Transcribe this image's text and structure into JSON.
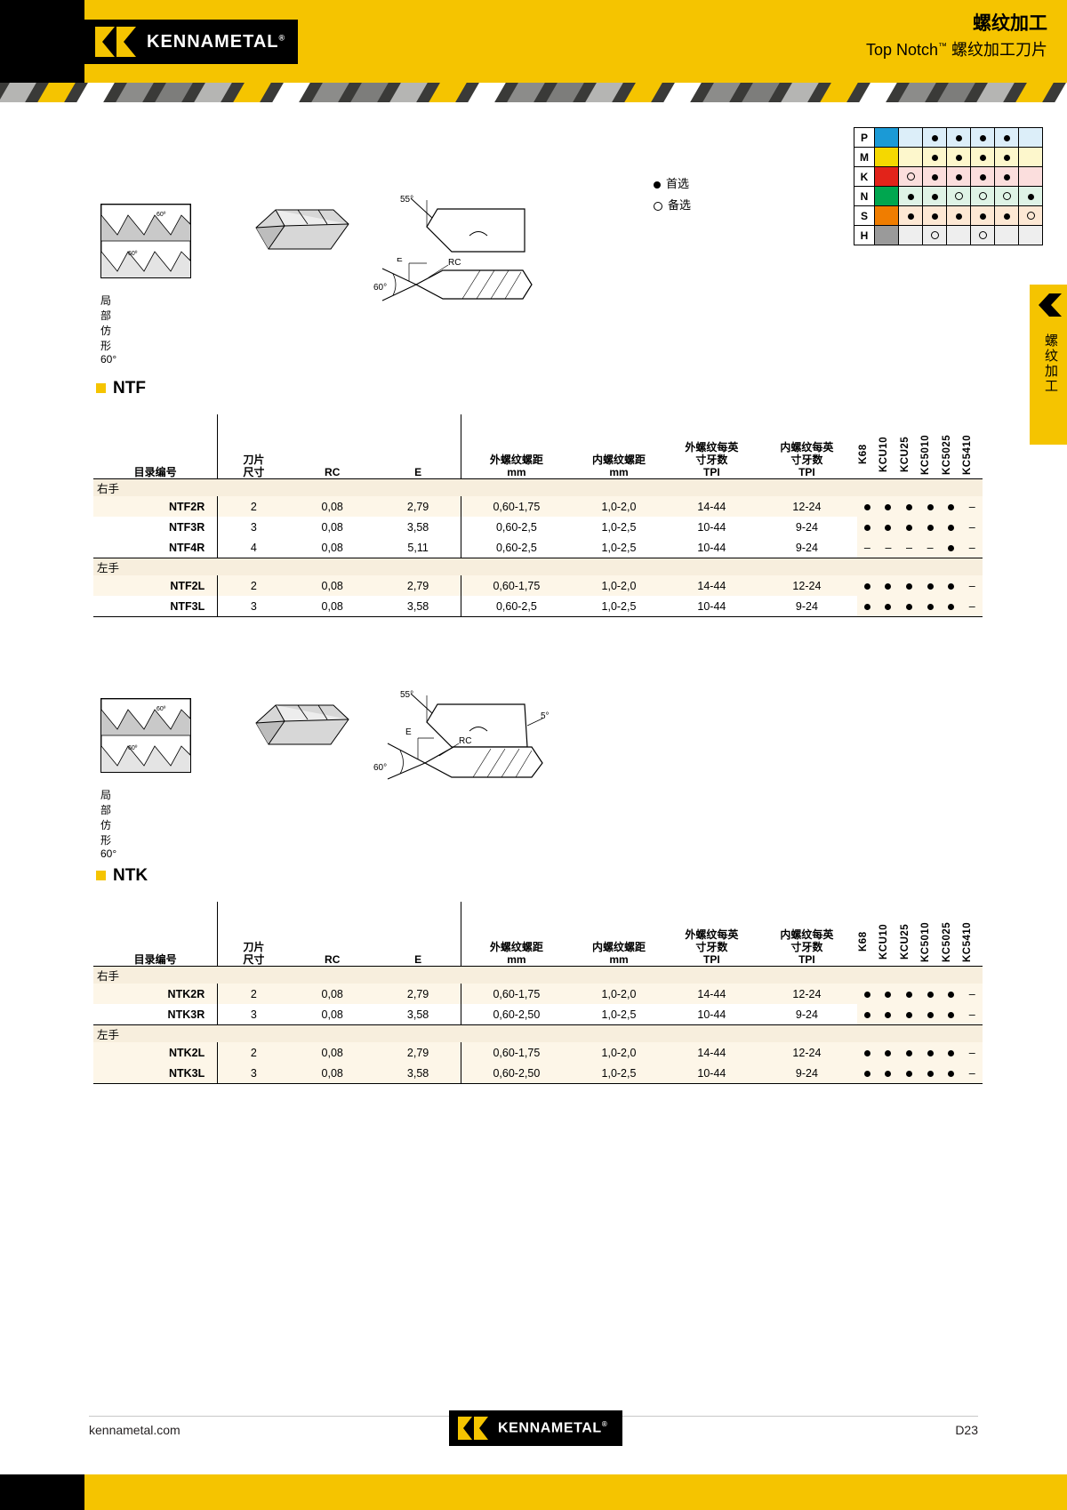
{
  "header": {
    "brand": "KENNAMETAL",
    "brand_reg": "®",
    "title_line1": "螺纹加工",
    "title_line2_pre": "Top Notch",
    "title_line2_sup": "™",
    "title_line2_post": " 螺纹加工刀片"
  },
  "side_tab": {
    "label": "螺纹加工"
  },
  "material_table": {
    "rows": [
      {
        "code": "P",
        "color": "#1b9ad6",
        "cells": [
          "",
          "dot",
          "dot",
          "dot",
          "dot",
          ""
        ]
      },
      {
        "code": "M",
        "color": "#f5d800",
        "cells": [
          "",
          "dot",
          "dot",
          "dot",
          "dot",
          ""
        ]
      },
      {
        "code": "K",
        "color": "#e2231a",
        "cells": [
          "open",
          "dot",
          "dot",
          "dot",
          "dot",
          ""
        ]
      },
      {
        "code": "N",
        "color": "#00a64f",
        "cells": [
          "dot",
          "dot",
          "open",
          "open",
          "open",
          "dot"
        ]
      },
      {
        "code": "S",
        "color": "#f07d00",
        "cells": [
          "dot",
          "dot",
          "dot",
          "dot",
          "dot",
          "open"
        ]
      },
      {
        "code": "H",
        "color": "#9a9a9a",
        "cells": [
          "",
          "open",
          "",
          "open",
          "",
          ""
        ]
      }
    ],
    "tint_row_colors": [
      "#dceef9",
      "#fdf7cc",
      "#fbdedd",
      "#dff3e6",
      "#fde8d4",
      "#eeeeee"
    ]
  },
  "legend": {
    "preferred_symbol": "●",
    "preferred": "首选",
    "alternate_symbol": "○",
    "alternate": "备选"
  },
  "figures": [
    {
      "profile_caption": "局部仿形 60°",
      "angle_top": "60°",
      "angle_bottom": "60°",
      "lead_angle": "55°",
      "nose_angle": "60°",
      "label_E": "E",
      "label_RC": "RC",
      "clearance": ""
    },
    {
      "profile_caption": "局部仿形 60°",
      "angle_top": "60°",
      "angle_bottom": "60°",
      "lead_angle": "55°",
      "nose_angle": "60°",
      "label_E": "E",
      "label_RC": "RC",
      "clearance": "5°"
    }
  ],
  "sections": [
    {
      "title": "NTF",
      "table": {
        "columns": [
          {
            "l1": "",
            "l2": "",
            "l3": "目录编号"
          },
          {
            "l1": "刀片",
            "l2": "尺寸",
            "l3": ""
          },
          {
            "l1": "",
            "l2": "",
            "l3": "RC"
          },
          {
            "l1": "",
            "l2": "",
            "l3": "E"
          },
          {
            "l1": "外螺纹螺距",
            "l2": "mm",
            "l3": ""
          },
          {
            "l1": "内螺纹螺距",
            "l2": "mm",
            "l3": ""
          },
          {
            "l1": "外螺纹每英",
            "l2": "寸牙数",
            "l3": "TPI"
          },
          {
            "l1": "内螺纹每英",
            "l2": "寸牙数",
            "l3": "TPI"
          }
        ],
        "grades": [
          "K68",
          "KCU10",
          "KCU25",
          "KC5010",
          "KC5025",
          "KC5410"
        ],
        "groups": [
          {
            "label": "右手",
            "rows": [
              {
                "cells": [
                  "NTF2R",
                  "2",
                  "0,08",
                  "2,79",
                  "0,60-1,75",
                  "1,0-2,0",
                  "14-44",
                  "12-24"
                ],
                "grades": [
                  "dot",
                  "dot",
                  "dot",
                  "dot",
                  "dot",
                  "dash"
                ],
                "alt": true
              },
              {
                "cells": [
                  "NTF3R",
                  "3",
                  "0,08",
                  "3,58",
                  "0,60-2,5",
                  "1,0-2,5",
                  "10-44",
                  "9-24"
                ],
                "grades": [
                  "dot",
                  "dot",
                  "dot",
                  "dot",
                  "dot",
                  "dash"
                ],
                "alt": false
              },
              {
                "cells": [
                  "NTF4R",
                  "4",
                  "0,08",
                  "5,11",
                  "0,60-2,5",
                  "1,0-2,5",
                  "10-44",
                  "9-24"
                ],
                "grades": [
                  "dash",
                  "dash",
                  "dash",
                  "dash",
                  "dot",
                  "dash"
                ],
                "alt": false
              }
            ]
          },
          {
            "label": "左手",
            "rows": [
              {
                "cells": [
                  "NTF2L",
                  "2",
                  "0,08",
                  "2,79",
                  "0,60-1,75",
                  "1,0-2,0",
                  "14-44",
                  "12-24"
                ],
                "grades": [
                  "dot",
                  "dot",
                  "dot",
                  "dot",
                  "dot",
                  "dash"
                ],
                "alt": true
              },
              {
                "cells": [
                  "NTF3L",
                  "3",
                  "0,08",
                  "3,58",
                  "0,60-2,5",
                  "1,0-2,5",
                  "10-44",
                  "9-24"
                ],
                "grades": [
                  "dot",
                  "dot",
                  "dot",
                  "dot",
                  "dot",
                  "dash"
                ],
                "alt": false
              }
            ]
          }
        ]
      }
    },
    {
      "title": "NTK",
      "table": {
        "columns": [
          {
            "l1": "",
            "l2": "",
            "l3": "目录编号"
          },
          {
            "l1": "刀片",
            "l2": "尺寸",
            "l3": ""
          },
          {
            "l1": "",
            "l2": "",
            "l3": "RC"
          },
          {
            "l1": "",
            "l2": "",
            "l3": "E"
          },
          {
            "l1": "外螺纹螺距",
            "l2": "mm",
            "l3": ""
          },
          {
            "l1": "内螺纹螺距",
            "l2": "mm",
            "l3": ""
          },
          {
            "l1": "外螺纹每英",
            "l2": "寸牙数",
            "l3": "TPI"
          },
          {
            "l1": "内螺纹每英",
            "l2": "寸牙数",
            "l3": "TPI"
          }
        ],
        "grades": [
          "K68",
          "KCU10",
          "KCU25",
          "KC5010",
          "KC5025",
          "KC5410"
        ],
        "groups": [
          {
            "label": "右手",
            "rows": [
              {
                "cells": [
                  "NTK2R",
                  "2",
                  "0,08",
                  "2,79",
                  "0,60-1,75",
                  "1,0-2,0",
                  "14-44",
                  "12-24"
                ],
                "grades": [
                  "dot",
                  "dot",
                  "dot",
                  "dot",
                  "dot",
                  "dash"
                ],
                "alt": true
              },
              {
                "cells": [
                  "NTK3R",
                  "3",
                  "0,08",
                  "3,58",
                  "0,60-2,50",
                  "1,0-2,5",
                  "10-44",
                  "9-24"
                ],
                "grades": [
                  "dot",
                  "dot",
                  "dot",
                  "dot",
                  "dot",
                  "dash"
                ],
                "alt": false
              }
            ]
          },
          {
            "label": "左手",
            "rows": [
              {
                "cells": [
                  "NTK2L",
                  "2",
                  "0,08",
                  "2,79",
                  "0,60-1,75",
                  "1,0-2,0",
                  "14-44",
                  "12-24"
                ],
                "grades": [
                  "dot",
                  "dot",
                  "dot",
                  "dot",
                  "dot",
                  "dash"
                ],
                "alt": true
              },
              {
                "cells": [
                  "NTK3L",
                  "3",
                  "0,08",
                  "3,58",
                  "0,60-2,50",
                  "1,0-2,5",
                  "10-44",
                  "9-24"
                ],
                "grades": [
                  "dot",
                  "dot",
                  "dot",
                  "dot",
                  "dot",
                  "dash"
                ],
                "alt": true
              }
            ]
          }
        ]
      }
    }
  ],
  "footer": {
    "url": "kennametal.com",
    "page": "D23",
    "brand": "KENNAMETAL",
    "brand_reg": "®"
  },
  "colors": {
    "brand_yellow": "#f5c400",
    "dark": "#000000",
    "row_tint": "#fdf6e8",
    "group_tint": "#f7eedd"
  }
}
